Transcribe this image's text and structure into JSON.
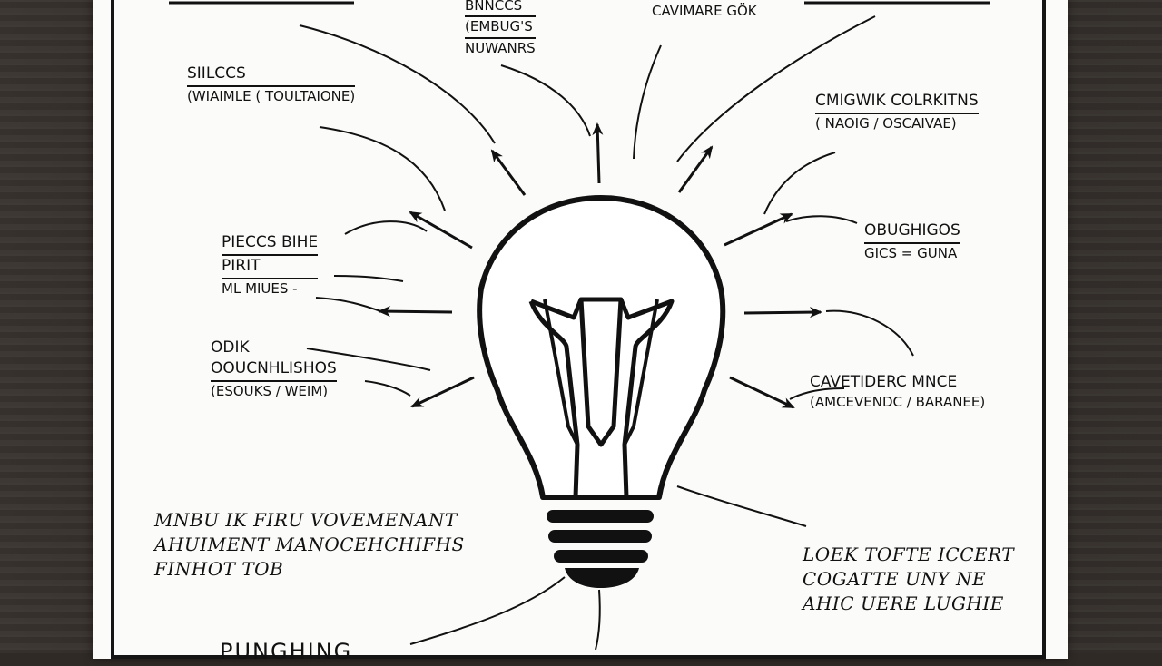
{
  "labels": {
    "top_left_mid": {
      "line1": "BNNCCS",
      "line2": "(EMBUG'S",
      "line3": "NUWANRS"
    },
    "top_right_mid": {
      "line1": "CAVIMARE GÖK"
    },
    "left_1": {
      "heading": "SIILCCS",
      "sub": "(WIAIMLE ( TOULTAIONE)"
    },
    "left_2": {
      "line1": "PIECCS BIHE",
      "line2": "PIRIT",
      "line3": "ML MIUES -"
    },
    "left_3": {
      "line1": "ODIK",
      "line2": "OOUCNHLISHOS",
      "line3": "(ESOUKS / WEIM)"
    },
    "right_1": {
      "heading": "CMIGWIK COLRKITNS",
      "sub": "( NAOIG / OSCAIVAE)"
    },
    "right_2": {
      "heading": "OBUGHIGOS",
      "sub": "GICS = GUNA"
    },
    "right_3": {
      "line1": "CAVETIDERC MNCE",
      "line2": "(AMCEVENDC / BARANEE)"
    },
    "bottom_left": {
      "line1": "MNBU IK FIRU VOVEMENANT",
      "line2": "AHUIMENT MANOCEHCHIFHS",
      "line3": "FINHOT TOB"
    },
    "bottom_right": {
      "line1": "LOEK TOFTE ICCERT",
      "line2": "COGATTE UNY NE",
      "line3": "AHIC UERE LUGHIE"
    },
    "bottom_center": {
      "text": "PUNGHING"
    }
  },
  "colors": {
    "ink": "#111111",
    "paper": "#fbfbfa",
    "frame": "#151515"
  }
}
